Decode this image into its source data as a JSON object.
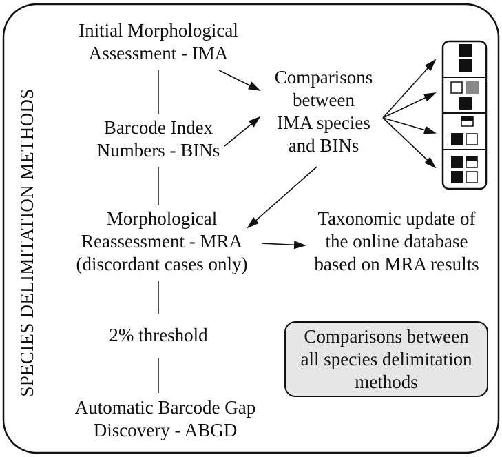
{
  "side_label": "SPECIES DELIMITATION METHODS",
  "nodes": {
    "ima": {
      "line1": "Initial Morphological",
      "line2": "Assessment - IMA"
    },
    "bins": {
      "line1": "Barcode Index",
      "line2": "Numbers - BINs"
    },
    "comparisons": {
      "line1": "Comparisons",
      "line2": "between",
      "line3": "IMA species",
      "line4": "and BINs"
    },
    "mra": {
      "line1": "Morphological",
      "line2": "Reassessment - MRA",
      "line3": "(discordant cases only)"
    },
    "taxonomic_update": {
      "line1": "Taxonomic update of",
      "line2": "the online database",
      "line3": "based on MRA results"
    },
    "threshold": {
      "line1": "2% threshold"
    },
    "abgd": {
      "line1": "Automatic Barcode Gap",
      "line2": "Discovery - ABGD"
    },
    "summary": {
      "line1": "Comparisons between",
      "line2": "all species delimitation",
      "line3": "methods"
    }
  },
  "colors": {
    "ink": "#111111",
    "box_fill": "#e6e6e6",
    "square_gray": "#888888"
  }
}
